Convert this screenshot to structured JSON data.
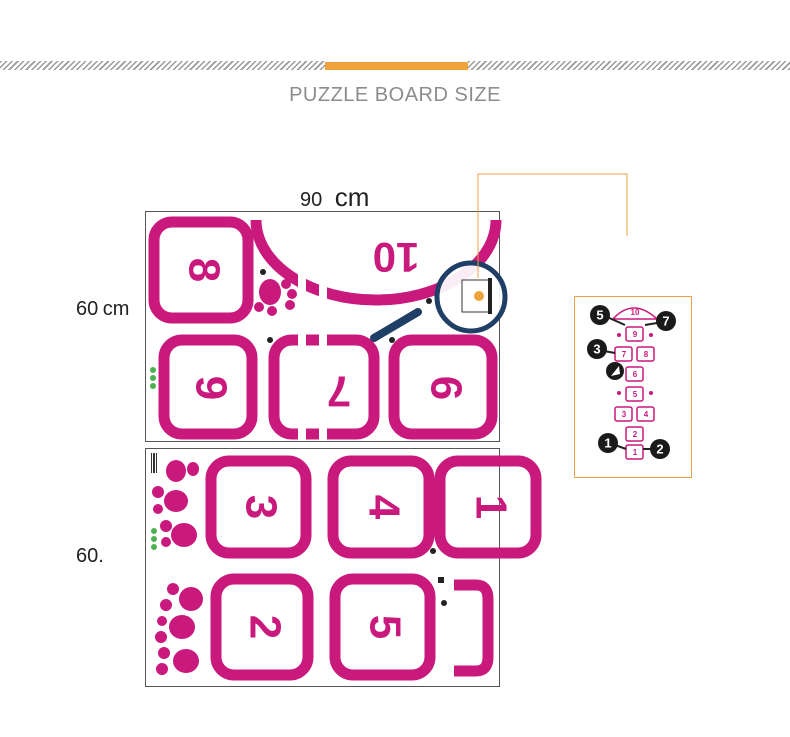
{
  "header": {
    "title": "PUZZLE BOARD SIZE",
    "accent_color": "#f0a33a",
    "hatch_color": "#9a9a9a"
  },
  "dimensions": {
    "width_value": "90",
    "width_unit": "cm",
    "height_top_value": "60",
    "height_top_unit": "cm",
    "height_bottom_value": "60."
  },
  "board": {
    "color": "#c9197d",
    "top_panel_numbers": [
      "8",
      "10",
      "9",
      "7",
      "6"
    ],
    "bottom_panel_numbers": [
      "3",
      "4",
      "1",
      "2",
      "5"
    ]
  },
  "preview": {
    "squares": [
      "10",
      "9",
      "7",
      "8",
      "6",
      "5",
      "3",
      "4",
      "2",
      "1"
    ],
    "markers": [
      "5",
      "7",
      "3",
      "1",
      "2"
    ],
    "border_color": "#e8a04a"
  }
}
